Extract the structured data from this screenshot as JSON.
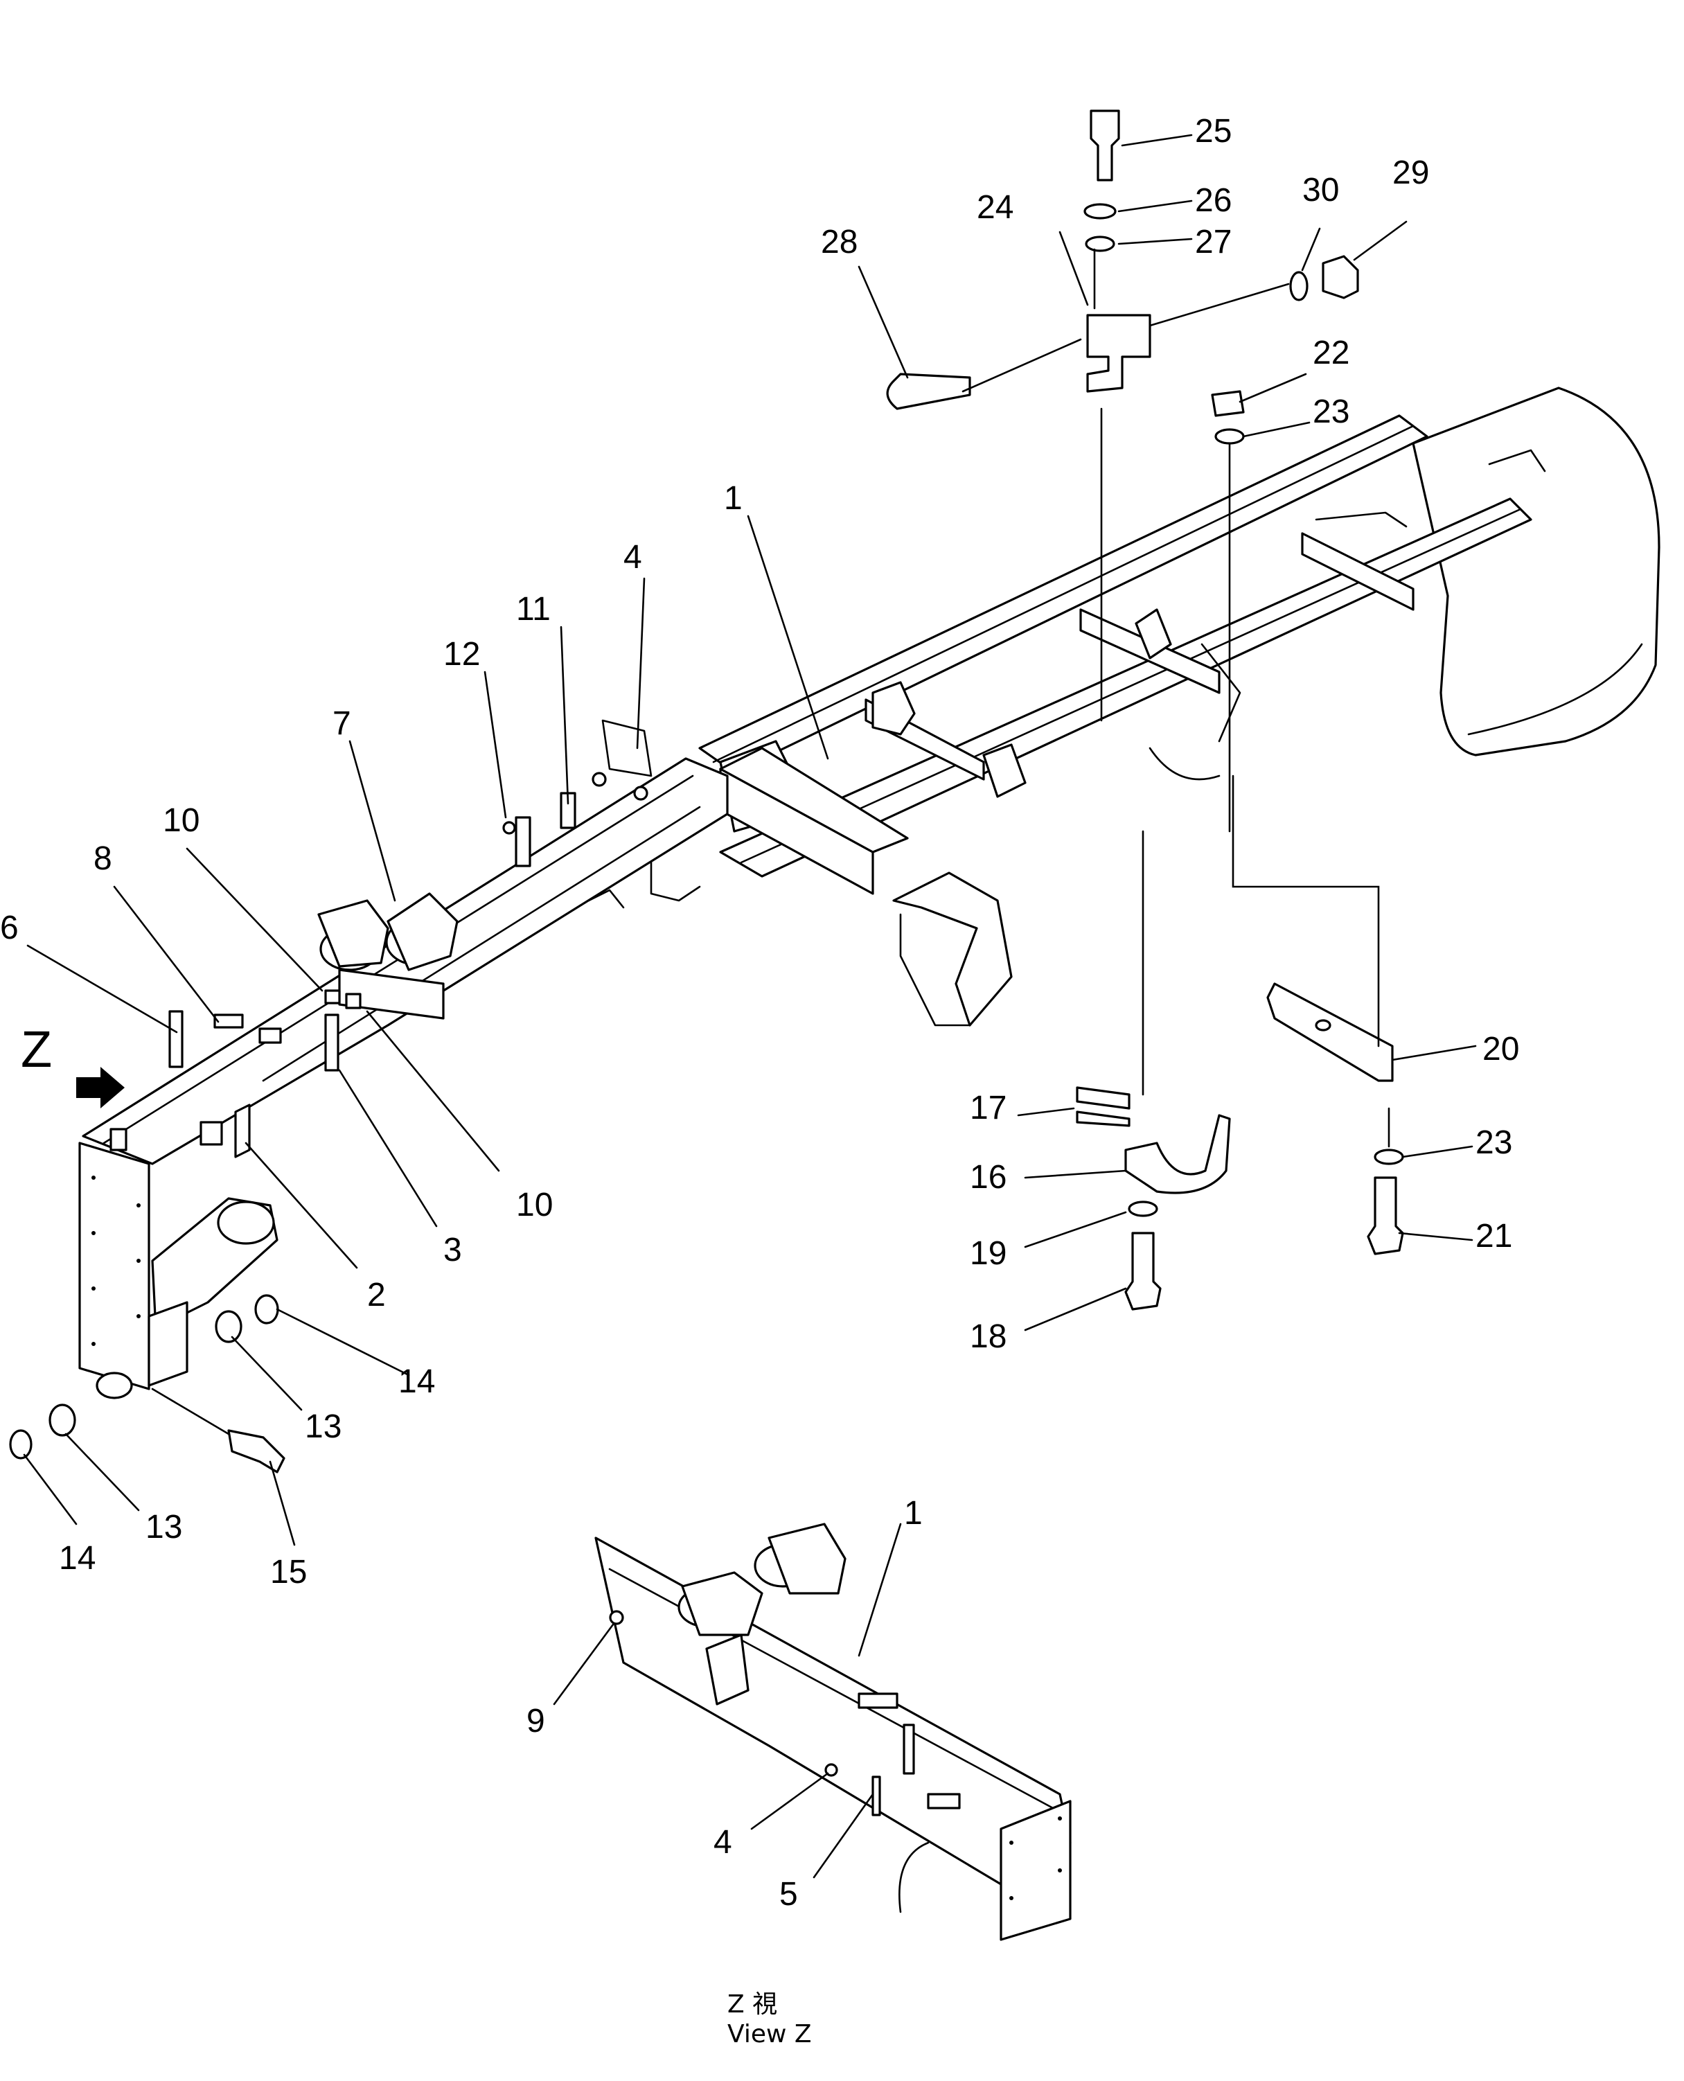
{
  "diagram": {
    "view_arrow_label": "Z",
    "caption": {
      "jp": "Z 視",
      "en": "View Z"
    },
    "callouts": [
      "1",
      "2",
      "3",
      "4",
      "5",
      "6",
      "7",
      "8",
      "9",
      "10",
      "11",
      "12",
      "13",
      "14",
      "15",
      "16",
      "17",
      "18",
      "19",
      "20",
      "21",
      "22",
      "23",
      "24",
      "25",
      "26",
      "27",
      "28",
      "29",
      "30"
    ]
  }
}
